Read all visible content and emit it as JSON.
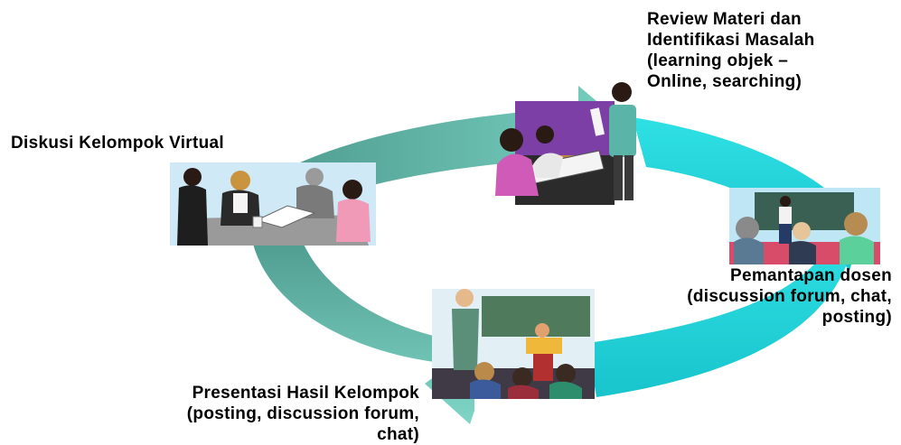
{
  "steps": [
    {
      "id": "review",
      "lines": [
        "Review Materi dan",
        "Identifikasi Masalah",
        "(learning objek –",
        "Online, searching)"
      ]
    },
    {
      "id": "pemantapan",
      "lines": [
        "Pemantapan dosen",
        "(discussion forum, chat,",
        "posting)"
      ]
    },
    {
      "id": "presentasi",
      "lines": [
        "Presentasi Hasil Kelompok",
        "(posting, discussion forum,",
        "chat)"
      ]
    },
    {
      "id": "diskusi",
      "lines": [
        "Diskusi Kelompok Virtual"
      ]
    }
  ],
  "colors": {
    "arrow_teal": "#6fc9b8",
    "arrow_cyan": "#21d6dc",
    "arrow_dark": "#4f9c90",
    "clip_bg": "#cfe9f7"
  }
}
